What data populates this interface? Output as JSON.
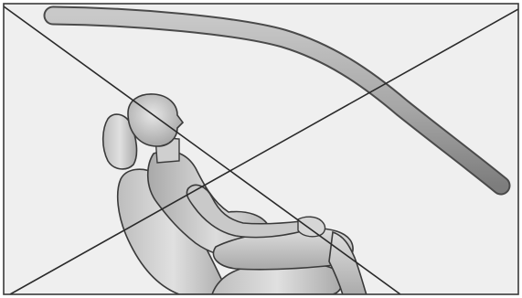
{
  "figure": {
    "description_visible_text": "",
    "colors": {
      "background": "#efefef",
      "frame": "#3a3a3a",
      "prohibition_lines": "#2a2a2a",
      "body_fill_light": "#e3e3e3",
      "body_fill_mid": "#bdbdbd",
      "body_fill_dark": "#9c9c9c",
      "outline": "#3a3a3a",
      "airbag_light": "#bebebe",
      "airbag_dark": "#8a8a8a"
    },
    "icons": [
      "no-sign-cross-icon",
      "side-curtain-airbag",
      "seated-occupant",
      "vehicle-seat"
    ]
  }
}
